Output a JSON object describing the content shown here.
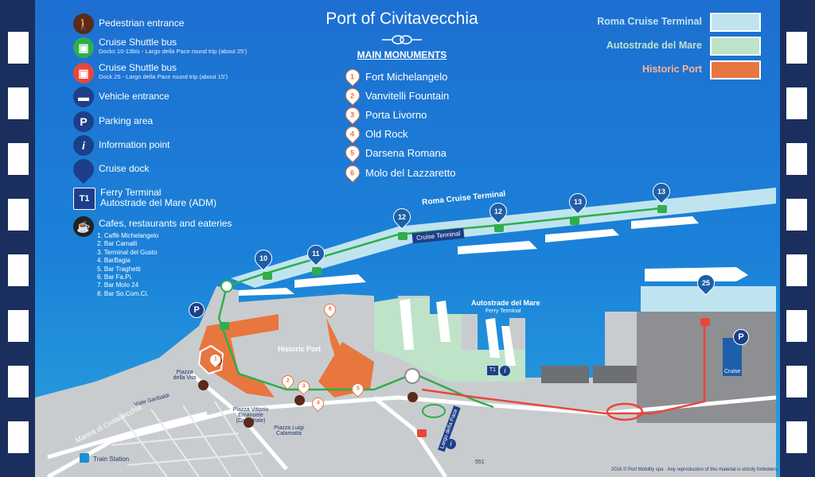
{
  "title": "Port of Civitavecchia",
  "legend": {
    "pedestrian": "Pedestrian entrance",
    "shuttle_green": "Cruise Shuttle bus",
    "shuttle_green_sub": "Docks 10-13bis - Largo della Pace round trip (about 25')",
    "shuttle_red": "Cruise Shuttle bus",
    "shuttle_red_sub": "Dock 25 - Largo della Pace round trip (about 15')",
    "vehicle": "Vehicle entrance",
    "parking": "Parking area",
    "info": "Information point",
    "dock": "Cruise dock",
    "ferry_1": "Ferry Terminal",
    "ferry_2": "Autostrade del Mare (ADM)",
    "ferry_icon": "T1",
    "parking_icon": "P",
    "info_icon": "i",
    "cafes_title": "Cafes, restaurants and eateries",
    "cafes": [
      "1. Caffè Michelangelo",
      "2. Bar Camalli",
      "3. Terminal del Gusto",
      "4. BarBagia",
      "5. Bar Traghetti",
      "6. Bar Fa.Pi.",
      "7. Bar Molo 24",
      "8. Bar So.Com.Ci."
    ]
  },
  "monuments": {
    "heading": "MAIN MONUMENTS",
    "items": [
      {
        "n": "1",
        "name": "Fort Michelangelo"
      },
      {
        "n": "2",
        "name": "Vanvitelli Fountain"
      },
      {
        "n": "3",
        "name": "Porta Livorno"
      },
      {
        "n": "4",
        "name": "Old Rock"
      },
      {
        "n": "5",
        "name": "Darsena Romana"
      },
      {
        "n": "6",
        "name": "Molo del Lazzaretto"
      }
    ]
  },
  "key": {
    "roma": "Roma Cruise Terminal",
    "adm": "Autostrade del Mare",
    "historic": "Historic Port",
    "roma_color": "#bfe4ef",
    "adm_color": "#bfe3c8",
    "historic_color": "#e8763f"
  },
  "map_labels": {
    "roma_terminal": "Roma Cruise Terminal",
    "cruise_terminal": "Cruise Terminal",
    "adm": "Autostrade del Mare",
    "ferry_terminal": "Ferry Terminal",
    "historic_port": "Historic Port",
    "marina": "Marina di Civitavecchia",
    "train_station": "Train Station",
    "cruise": "Cruise",
    "piazza_vita": "Piazza della Vita",
    "viale_garibaldi": "Viale Garibaldi",
    "piazza_ve": "Piazza Vittorio Emanuele (Cattedrale)",
    "piazza_calamatta": "Piazza Luigi Calamatta",
    "largo_pace": "Largo della Pace",
    "road_551": "551",
    "copyright": "2016 © Port Mobility spa · Any reproduction of this material is strictly forbidden."
  },
  "docks": [
    "10",
    "11",
    "12",
    "12",
    "13",
    "13",
    "25"
  ],
  "monument_pins": [
    "1",
    "2",
    "3",
    "4",
    "5",
    "6"
  ],
  "pin_color": "#1d5fa8"
}
